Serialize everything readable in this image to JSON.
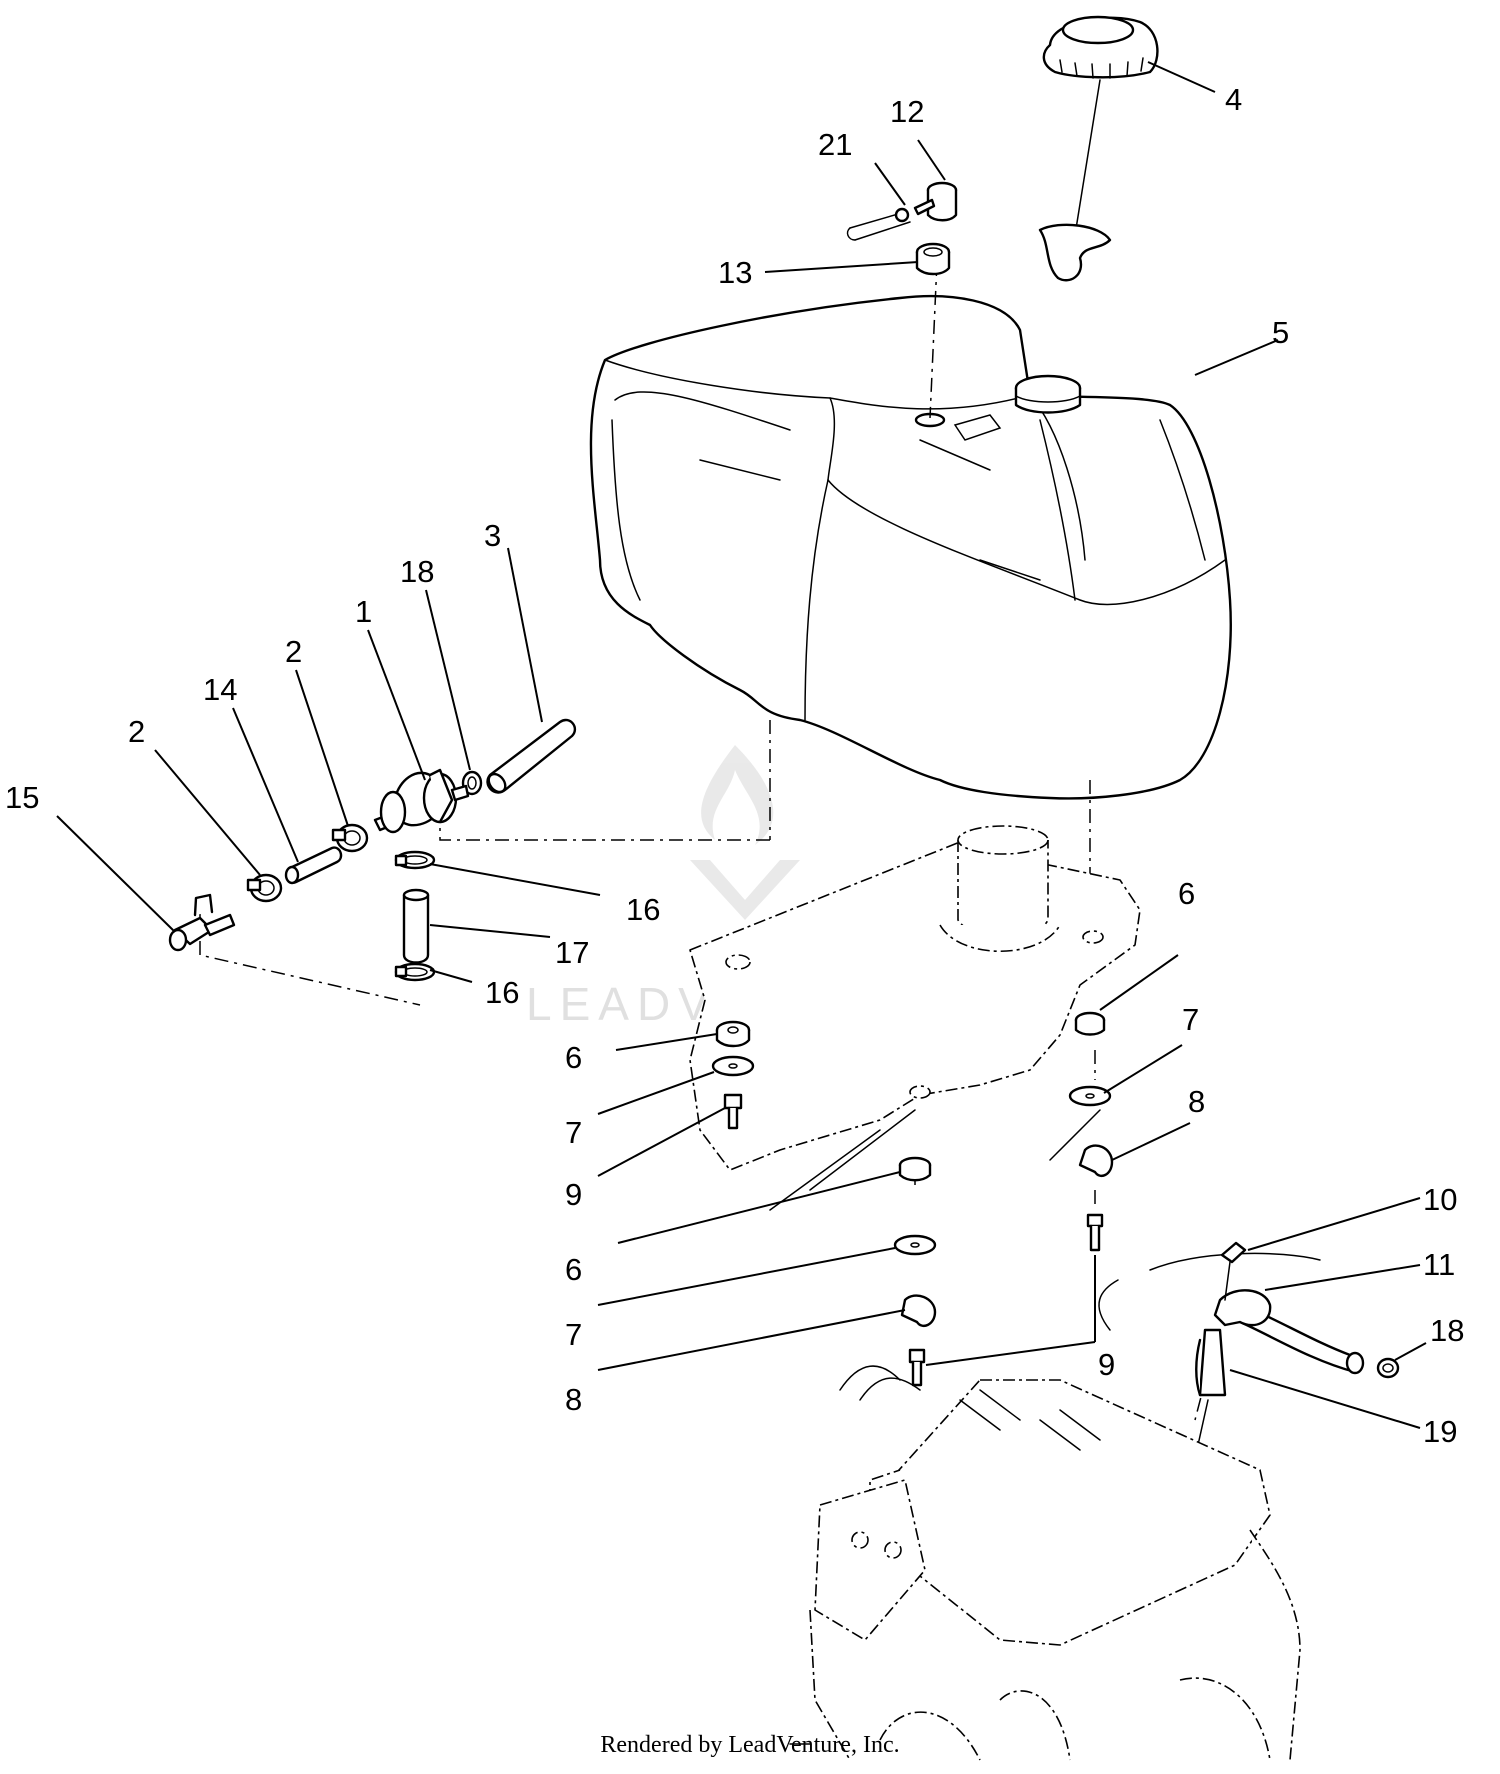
{
  "watermark": "LEADVENTURE",
  "footer": "Rendered by LeadVenture, Inc.",
  "callouts": {
    "c1": "1",
    "c2a": "2",
    "c2b": "2",
    "c3": "3",
    "c4": "4",
    "c5": "5",
    "c6a": "6",
    "c6b": "6",
    "c6c": "6",
    "c7a": "7",
    "c7b": "7",
    "c7c": "7",
    "c8a": "8",
    "c8b": "8",
    "c9a": "9",
    "c9b": "9",
    "c10": "10",
    "c11": "11",
    "c12": "12",
    "c13": "13",
    "c14": "14",
    "c15": "15",
    "c16a": "16",
    "c16b": "16",
    "c17": "17",
    "c18a": "18",
    "c18b": "18",
    "c19": "19",
    "c21": "21"
  }
}
